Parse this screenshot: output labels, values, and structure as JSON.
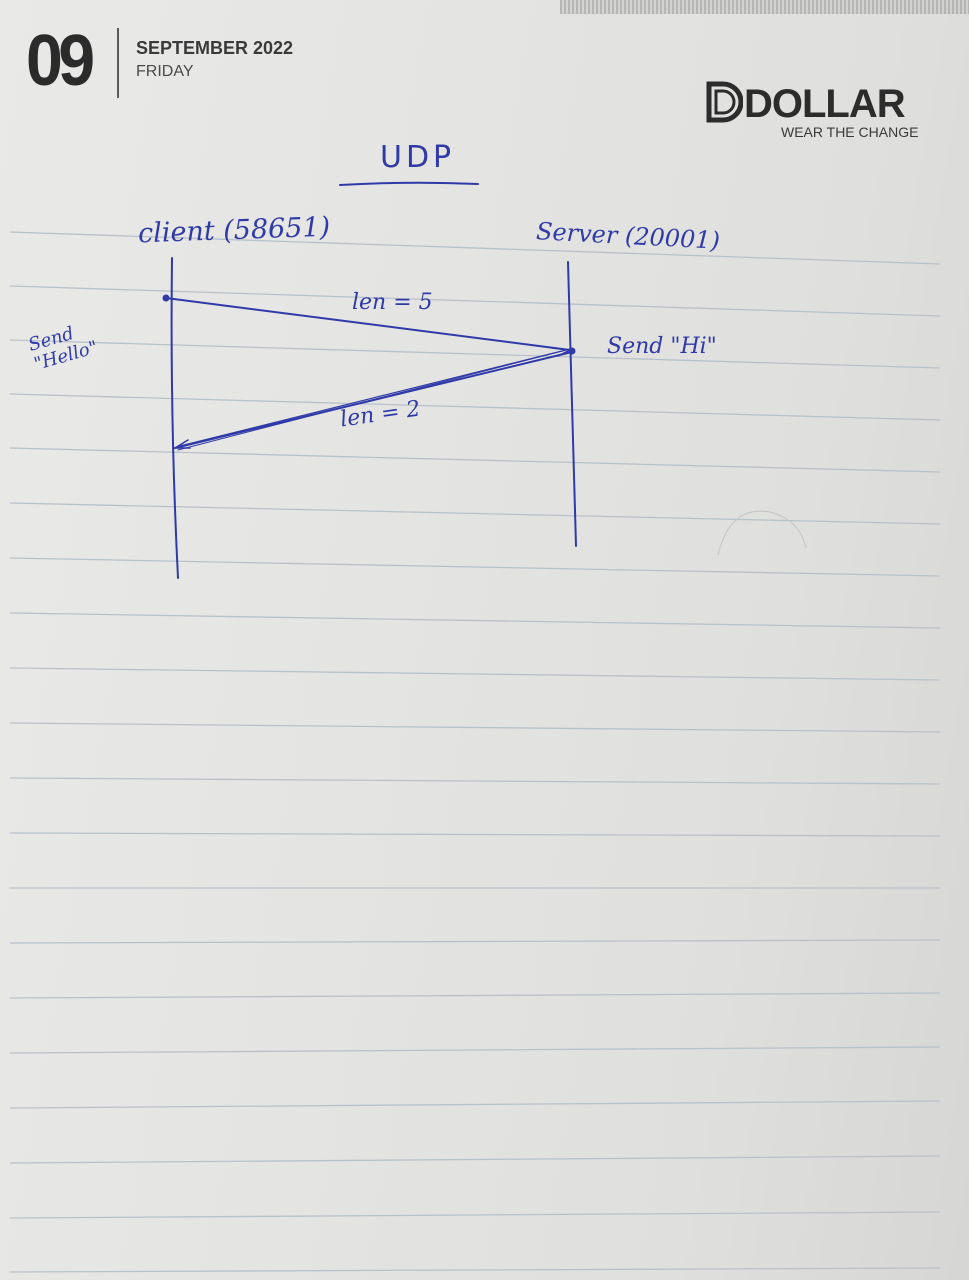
{
  "header": {
    "date_number": "09",
    "month_year": "SEPTEMBER 2022",
    "weekday": "FRIDAY"
  },
  "brand": {
    "name": "DOLLAR",
    "tagline": "WEAR THE CHANGE"
  },
  "note": {
    "title": "UDP",
    "client_label": "client (58651)",
    "server_label": "Server (20001)",
    "client_action": "Send \"Hello\"",
    "server_action": "Send \"Hi\"",
    "message_to_server": "len = 5",
    "message_to_client": "len = 2"
  },
  "colors": {
    "ink": "#2f3aa8",
    "rule_line": "#b9c3cc",
    "paper": "#e6e6e4"
  }
}
